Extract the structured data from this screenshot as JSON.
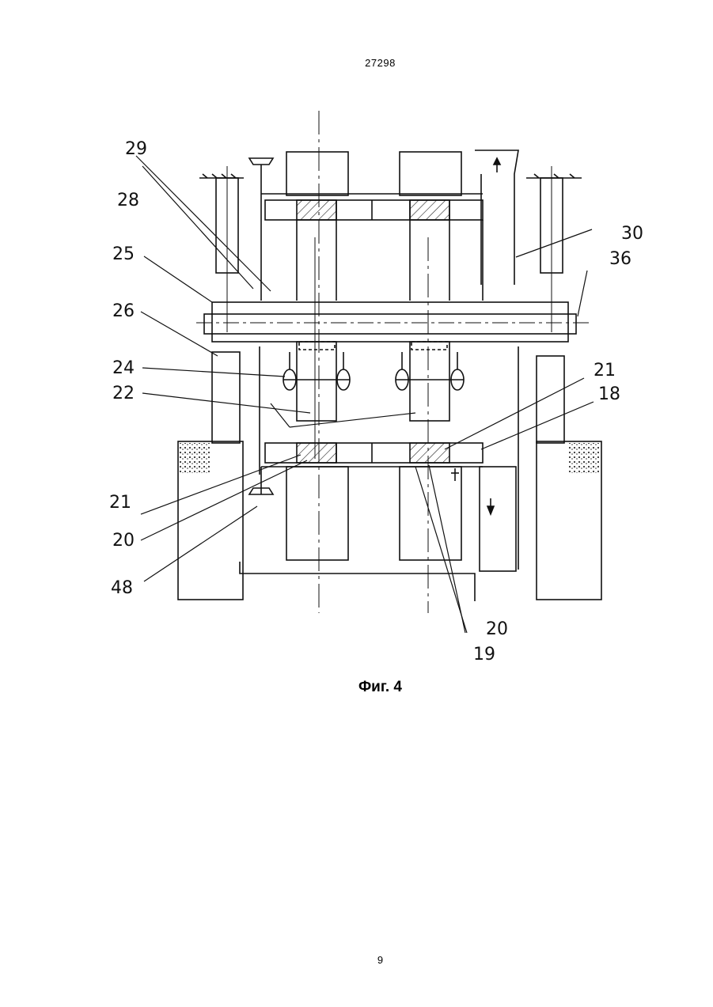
{
  "header": {
    "doc_number": "27298"
  },
  "figure": {
    "callouts": [
      "29",
      "28",
      "25",
      "26",
      "24",
      "22",
      "21",
      "20",
      "48",
      "30",
      "36",
      "21",
      "18",
      "20",
      "19"
    ],
    "caption": "Фиг. 4"
  },
  "footer": {
    "page_number": "9"
  }
}
